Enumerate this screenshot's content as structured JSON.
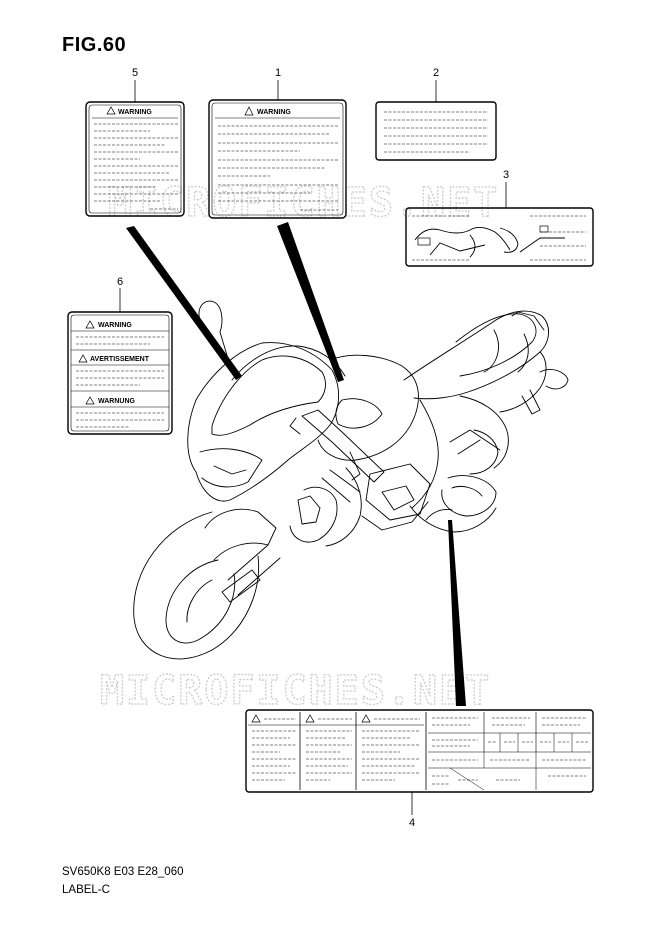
{
  "figure": {
    "title": "FIG.60",
    "code": "SV650K8 E03 E28_060",
    "subtitle": "LABEL-C"
  },
  "watermark": "MICROFICHES.NET",
  "callouts": [
    "1",
    "2",
    "3",
    "4",
    "5",
    "6"
  ],
  "labels": {
    "warning": "WARNING",
    "avertissement": "AVERTISSEMENT",
    "warnung": "WARNUNG"
  }
}
